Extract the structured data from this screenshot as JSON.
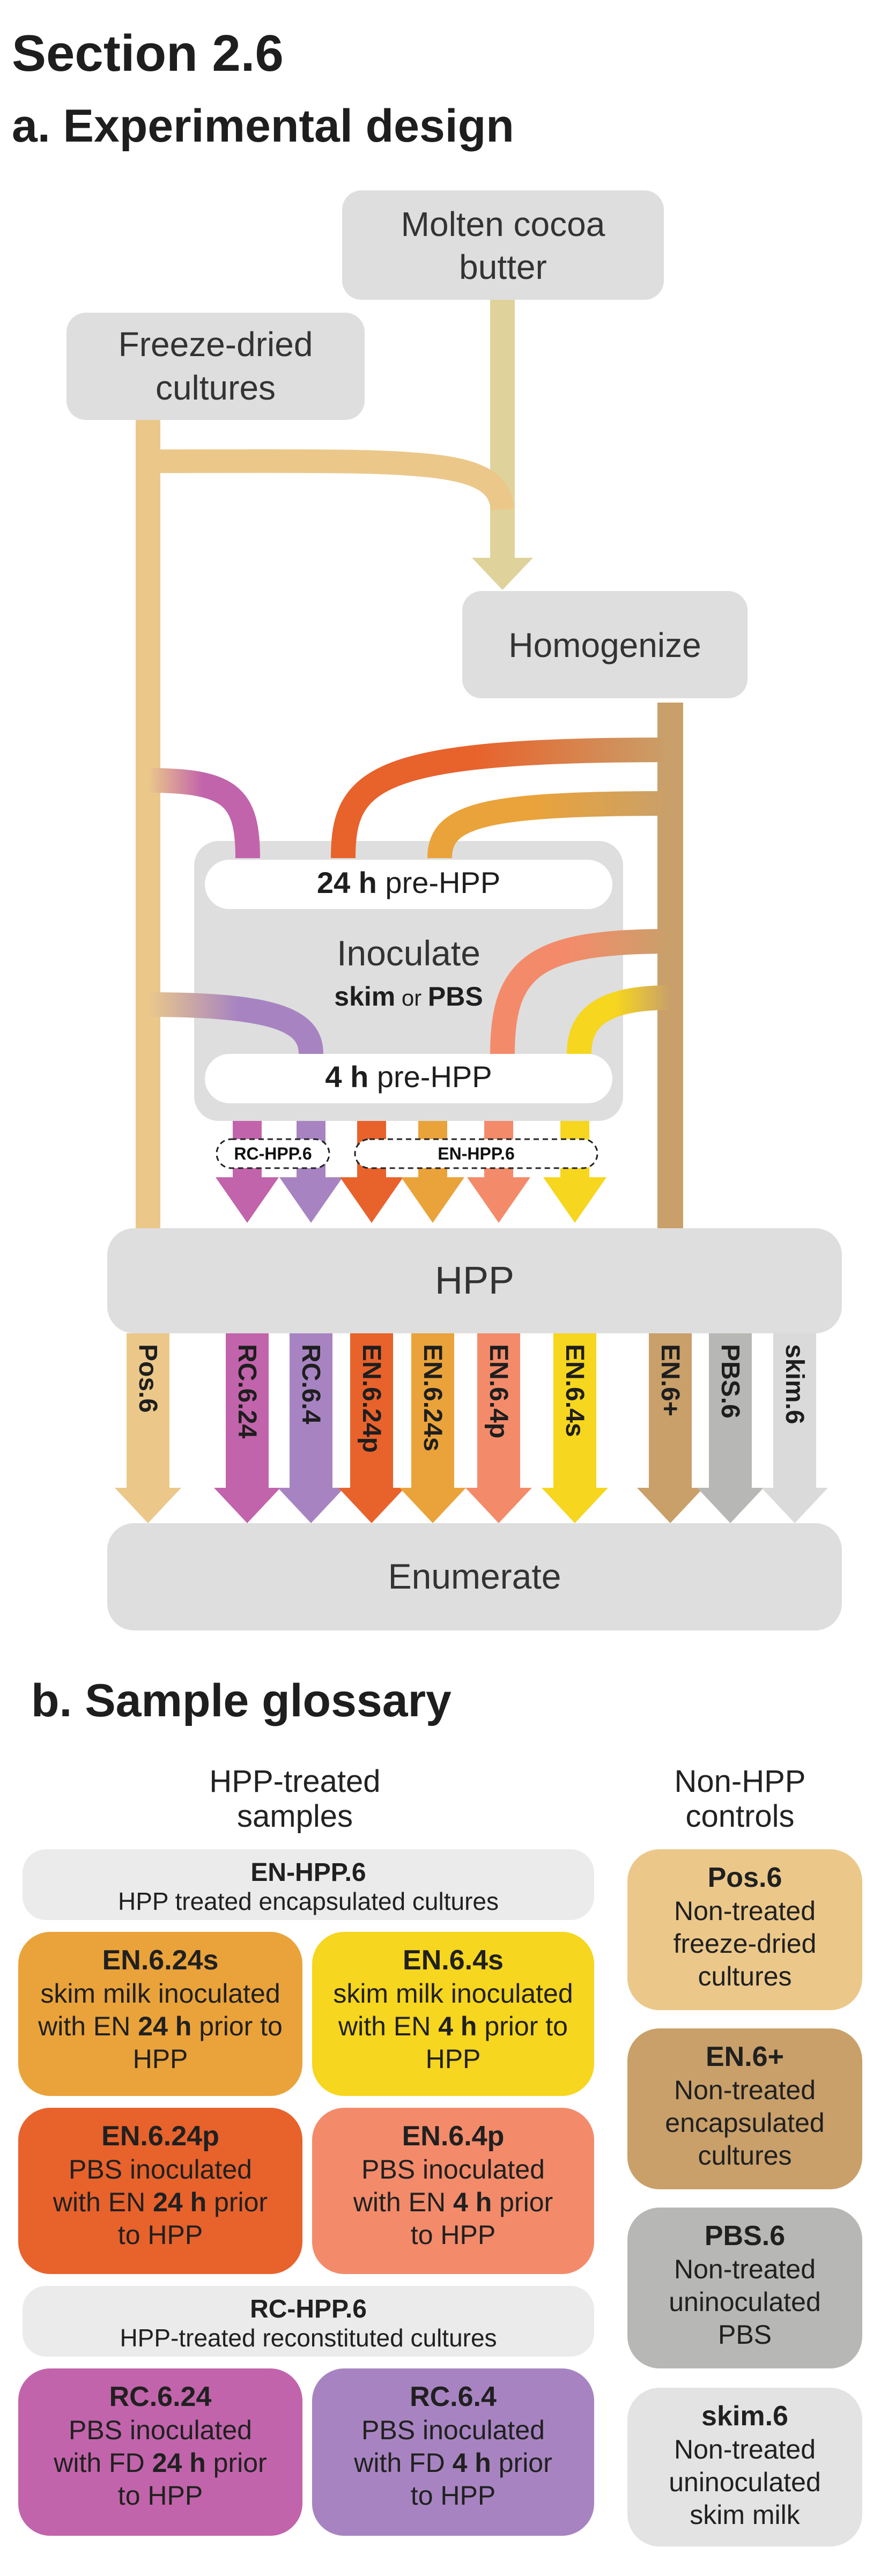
{
  "heading": "Section 2.6",
  "section_a": "a. Experimental design",
  "section_b": "b. Sample glossary",
  "nodes": {
    "cocoa_l1": "Molten cocoa",
    "cocoa_l2": "butter",
    "fd_l1": "Freeze-dried",
    "fd_l2": "cultures",
    "homogenize": "Homogenize",
    "inoculate": "Inoculate",
    "skim": "skim",
    "or": " or ",
    "pbs": "PBS",
    "pre24_bold": "24 h",
    "pre24_rest": " pre-HPP",
    "pre4_bold": "4 h",
    "pre4_rest": " pre-HPP",
    "rc_group": "RC-HPP.6",
    "en_group": "EN-HPP.6",
    "hpp": "HPP",
    "enumerate": "Enumerate"
  },
  "outputs": [
    "Pos.6",
    "RC.6.24",
    "RC.6.4",
    "EN.6.24p",
    "EN.6.24s",
    "EN.6.4p",
    "EN.6.4s",
    "EN.6+",
    "PBS.6",
    "skim.6"
  ],
  "colors": {
    "cocoa": "#dfd39b",
    "freeze_dried": "#ebc88a",
    "encapsulated": "#c9a06a",
    "rc24": "#c264ab",
    "rc4": "#a784c1",
    "en24p": "#e8622c",
    "en24s": "#eaa33a",
    "en4p": "#f38b6a",
    "en4s": "#f6d61e",
    "pbs": "#b7b7b5",
    "skim": "#dadada",
    "node": "#dedede"
  },
  "glossary": {
    "col_hpp_l1": "HPP-treated",
    "col_hpp_l2": "samples",
    "col_ctrl_l1": "Non-HPP",
    "col_ctrl_l2": "controls",
    "en_band_title": "EN-HPP.6",
    "en_band_desc": "HPP treated encapsulated cultures",
    "rc_band_title": "RC-HPP.6",
    "rc_band_desc": "HPP-treated reconstituted cultures",
    "en624s": {
      "title": "EN.6.24s",
      "l1": "skim milk inoculated",
      "l2a": "with EN ",
      "l2b": "24 h",
      "l2c": " prior to",
      "l3": "HPP"
    },
    "en64s": {
      "title": "EN.6.4s",
      "l1": "skim milk inoculated",
      "l2a": "with EN ",
      "l2b": "4 h",
      "l2c": " prior to",
      "l3": "HPP"
    },
    "en624p": {
      "title": "EN.6.24p",
      "l1": "PBS inoculated",
      "l2a": "with EN ",
      "l2b": "24 h",
      "l2c": " prior",
      "l3": "to HPP"
    },
    "en64p": {
      "title": "EN.6.4p",
      "l1": "PBS inoculated",
      "l2a": "with EN ",
      "l2b": "4 h",
      "l2c": " prior",
      "l3": "to HPP"
    },
    "rc624": {
      "title": "RC.6.24",
      "l1": "PBS inoculated",
      "l2a": "with FD ",
      "l2b": "24 h",
      "l2c": " prior",
      "l3": "to HPP"
    },
    "rc64": {
      "title": "RC.6.4",
      "l1": "PBS inoculated",
      "l2a": "with FD ",
      "l2b": "4 h",
      "l2c": " prior",
      "l3": "to HPP"
    },
    "pos6": {
      "title": "Pos.6",
      "l1": "Non-treated",
      "l2": "freeze-dried",
      "l3": "cultures"
    },
    "en6plus": {
      "title": "EN.6+",
      "l1": "Non-treated",
      "l2": "encapsulated",
      "l3": "cultures"
    },
    "pbs6": {
      "title": "PBS.6",
      "l1": "Non-treated",
      "l2": "uninoculated",
      "l3": "PBS"
    },
    "skim6": {
      "title": "skim.6",
      "l1": "Non-treated",
      "l2": "uninoculated",
      "l3": "skim milk"
    }
  }
}
